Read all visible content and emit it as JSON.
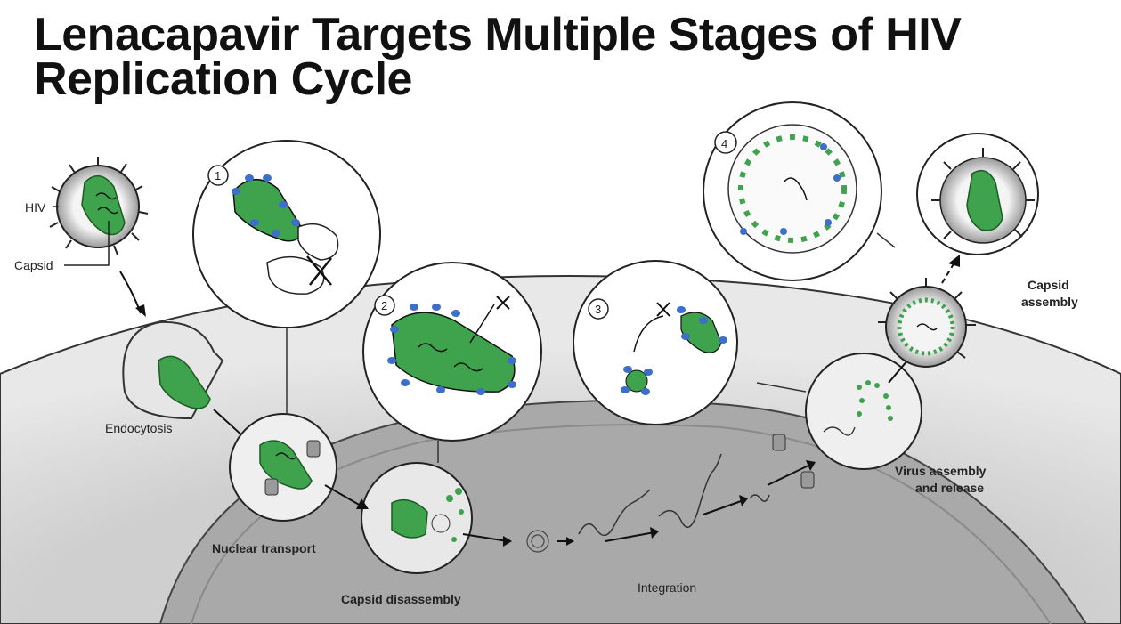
{
  "title": "Lenacapavir Targets Multiple Stages of HIV Replication Cycle",
  "labels": {
    "hiv": "HIV",
    "capsid": "Capsid",
    "endocytosis": "Endocytosis",
    "nuclear_transport": "Nuclear transport",
    "capsid_disassembly": "Capsid disassembly",
    "integration": "Integration",
    "virus_assembly_line1": "Virus assembly",
    "virus_assembly_line2": "and release",
    "capsid_assembly_line1": "Capsid",
    "capsid_assembly_line2": "assembly"
  },
  "stage_numbers": [
    "1",
    "2",
    "3",
    "4"
  ],
  "colors": {
    "capsid_green": "#3fa34d",
    "protein_blue": "#3d6fc9",
    "cytoplasm": "#d6d6d6",
    "nucleus": "#a9a9a9",
    "outline": "#222222"
  }
}
